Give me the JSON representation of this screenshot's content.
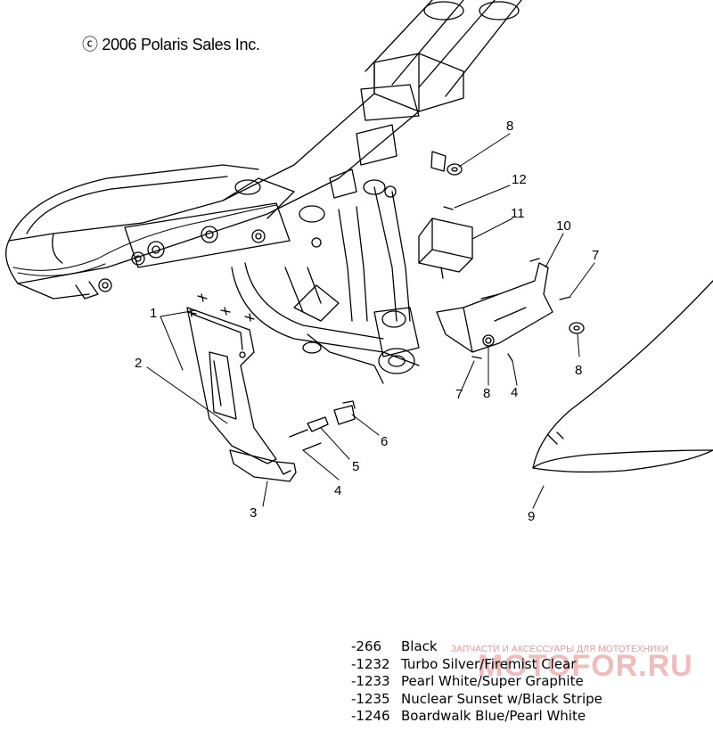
{
  "copyright": "ⓒ 2006 Polaris Sales Inc.",
  "callouts": [
    {
      "id": "c1",
      "label": "1"
    },
    {
      "id": "c2",
      "label": "2"
    },
    {
      "id": "c3",
      "label": "3"
    },
    {
      "id": "c4a",
      "label": "4"
    },
    {
      "id": "c4b",
      "label": "4"
    },
    {
      "id": "c5",
      "label": "5"
    },
    {
      "id": "c6",
      "label": "6"
    },
    {
      "id": "c7a",
      "label": "7"
    },
    {
      "id": "c7b",
      "label": "7"
    },
    {
      "id": "c8a",
      "label": "8"
    },
    {
      "id": "c8b",
      "label": "8"
    },
    {
      "id": "c8c",
      "label": "8"
    },
    {
      "id": "c9",
      "label": "9"
    },
    {
      "id": "c10",
      "label": "10"
    },
    {
      "id": "c11",
      "label": "11"
    },
    {
      "id": "c12",
      "label": "12"
    }
  ],
  "color_legend": [
    {
      "code": "-266",
      "name": "Black"
    },
    {
      "code": "-1232",
      "name": "Turbo Silver/Firemist Clear"
    },
    {
      "code": "-1233",
      "name": "Pearl White/Super Graphite"
    },
    {
      "code": "-1235",
      "name": "Nuclear Sunset w/Black Stripe"
    },
    {
      "code": "-1246",
      "name": "Boardwalk Blue/Pearl White"
    }
  ],
  "watermark": {
    "caption": "ЗАПЧАСТИ И АКСЕССУАРЫ ДЛЯ МОТОТЕХНИКИ",
    "logo": "MOTOFOR.RU",
    "color": "#d73c3c"
  }
}
